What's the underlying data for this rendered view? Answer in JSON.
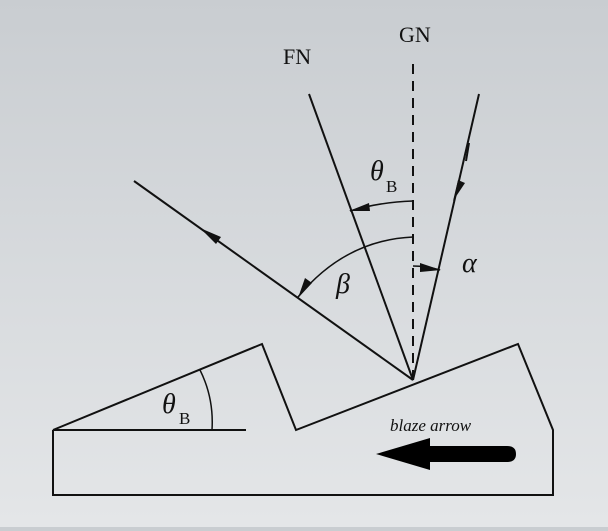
{
  "labels": {
    "grating_normal": "GN",
    "facet_normal": "FN",
    "alpha": "α",
    "beta": "β",
    "theta": "θ",
    "theta_sub": "B",
    "theta_lower": "θ",
    "theta_lower_sub": "B",
    "blaze_arrow_text": "blaze arrow"
  },
  "colors": {
    "line": "#111111",
    "background_top": "#c9cdd1",
    "background_bottom": "#e4e6e8"
  }
}
